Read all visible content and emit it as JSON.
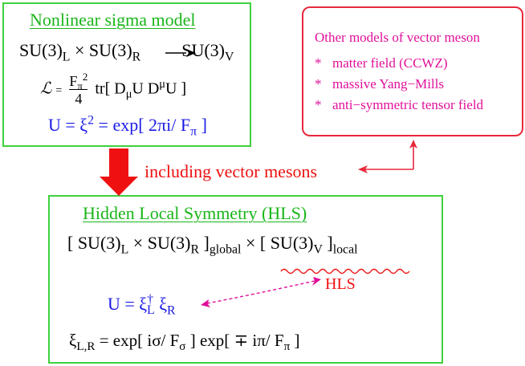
{
  "sigma_box": {
    "title": "Nonlinear sigma model",
    "eq1": {
      "lhs": "SU(3)",
      "sub_l": "L",
      "times": "×",
      "su_r": "SU(3)",
      "sub_r": "R",
      "rhs": "SU(3)",
      "sub_v": "V"
    },
    "eq2": {
      "L": "ℒ",
      "eq": "=",
      "f": "F",
      "f_sub": "π",
      "f_sup": "2",
      "den": "4",
      "body": "tr[ D",
      "mu": "μ",
      "mid": "U D",
      "mu2": "μ",
      "end": "U ]"
    },
    "eq3": {
      "text": "U = ξ",
      "sup": "2",
      "rest": " =  exp[ 2",
      "pi": "π",
      "i": "i/ F",
      "sub": "π",
      "close": " ]"
    }
  },
  "vector_label": "including vector mesons",
  "other_models": {
    "title": "Other models of vector meson",
    "bullet": "*",
    "items": [
      "matter field (CCWZ)",
      "massive Yang−Mills",
      "anti−symmetric tensor field"
    ]
  },
  "hls_box": {
    "title": "Hidden Local Symmetry (HLS)",
    "eq1": {
      "a": "[ SU(3)",
      "sub_l": "L",
      "times": "×",
      "b": " SU(3)",
      "sub_r": "R",
      "c": " ]",
      "global": "global",
      "times2": "×",
      "d": " [ SU(3)",
      "sub_v": "V",
      "e": " ]",
      "local": "local"
    },
    "hls_tag": "HLS",
    "eq2": {
      "a": "U = ξ",
      "sub_l": "L",
      "sup": "†",
      "b": " ξ",
      "sub_r": "R"
    },
    "eq3": {
      "a": "ξ",
      "sub": "L,R",
      "b": " = exp[ iσ/ F",
      "sigma": "σ",
      "c": " ] exp[ ∓ iπ/ F",
      "pi": "π",
      "d": " ]"
    }
  },
  "colors": {
    "green": "#3ed13e",
    "red": "#e8283c",
    "blue": "#1a1ae6",
    "magenta": "#e0109a"
  }
}
